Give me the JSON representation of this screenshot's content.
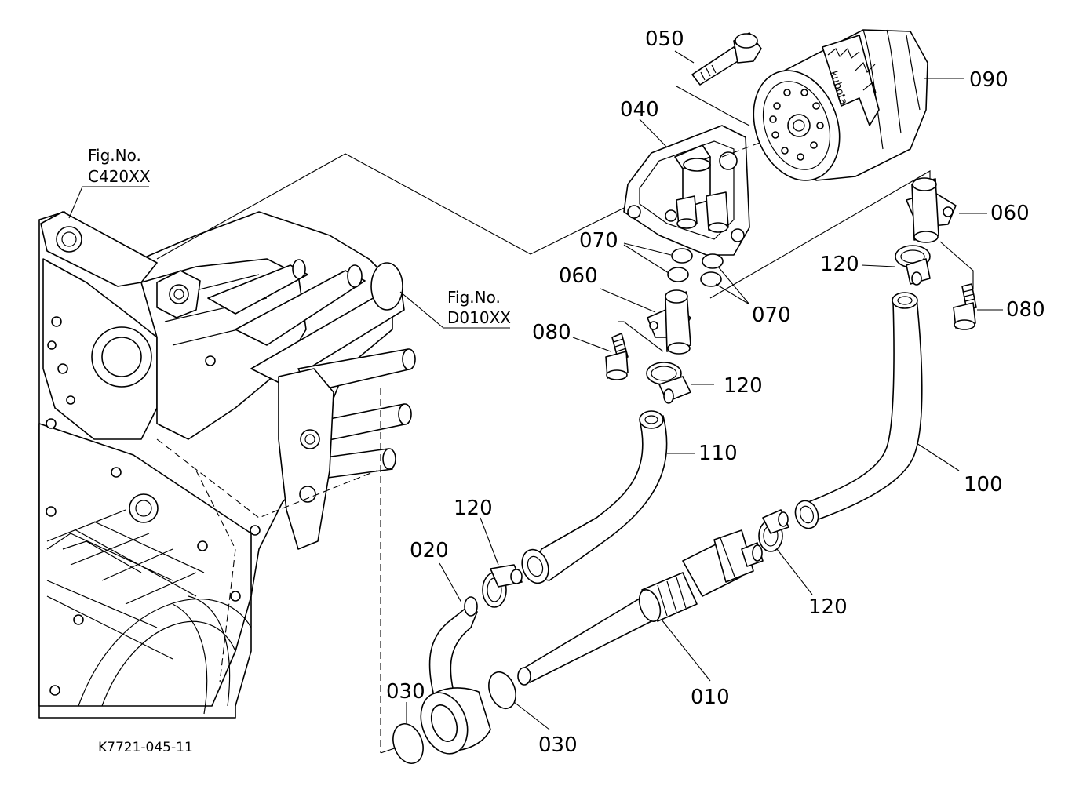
{
  "references": {
    "c420": {
      "line1": "Fig.No.",
      "line2": "C420XX"
    },
    "d010": {
      "line1": "Fig.No.",
      "line2": "D010XX"
    }
  },
  "callouts": {
    "c010": "010",
    "c020": "020",
    "c030a": "030",
    "c030b": "030",
    "c040": "040",
    "c050": "050",
    "c060a": "060",
    "c060b": "060",
    "c070a": "070",
    "c070b": "070",
    "c080a": "080",
    "c080b": "080",
    "c090": "090",
    "c100": "100",
    "c110": "110",
    "c120a": "120",
    "c120b": "120",
    "c120c": "120",
    "c120d": "120"
  },
  "filter_brand": "kubota",
  "figure_code": "K7721-045-11"
}
